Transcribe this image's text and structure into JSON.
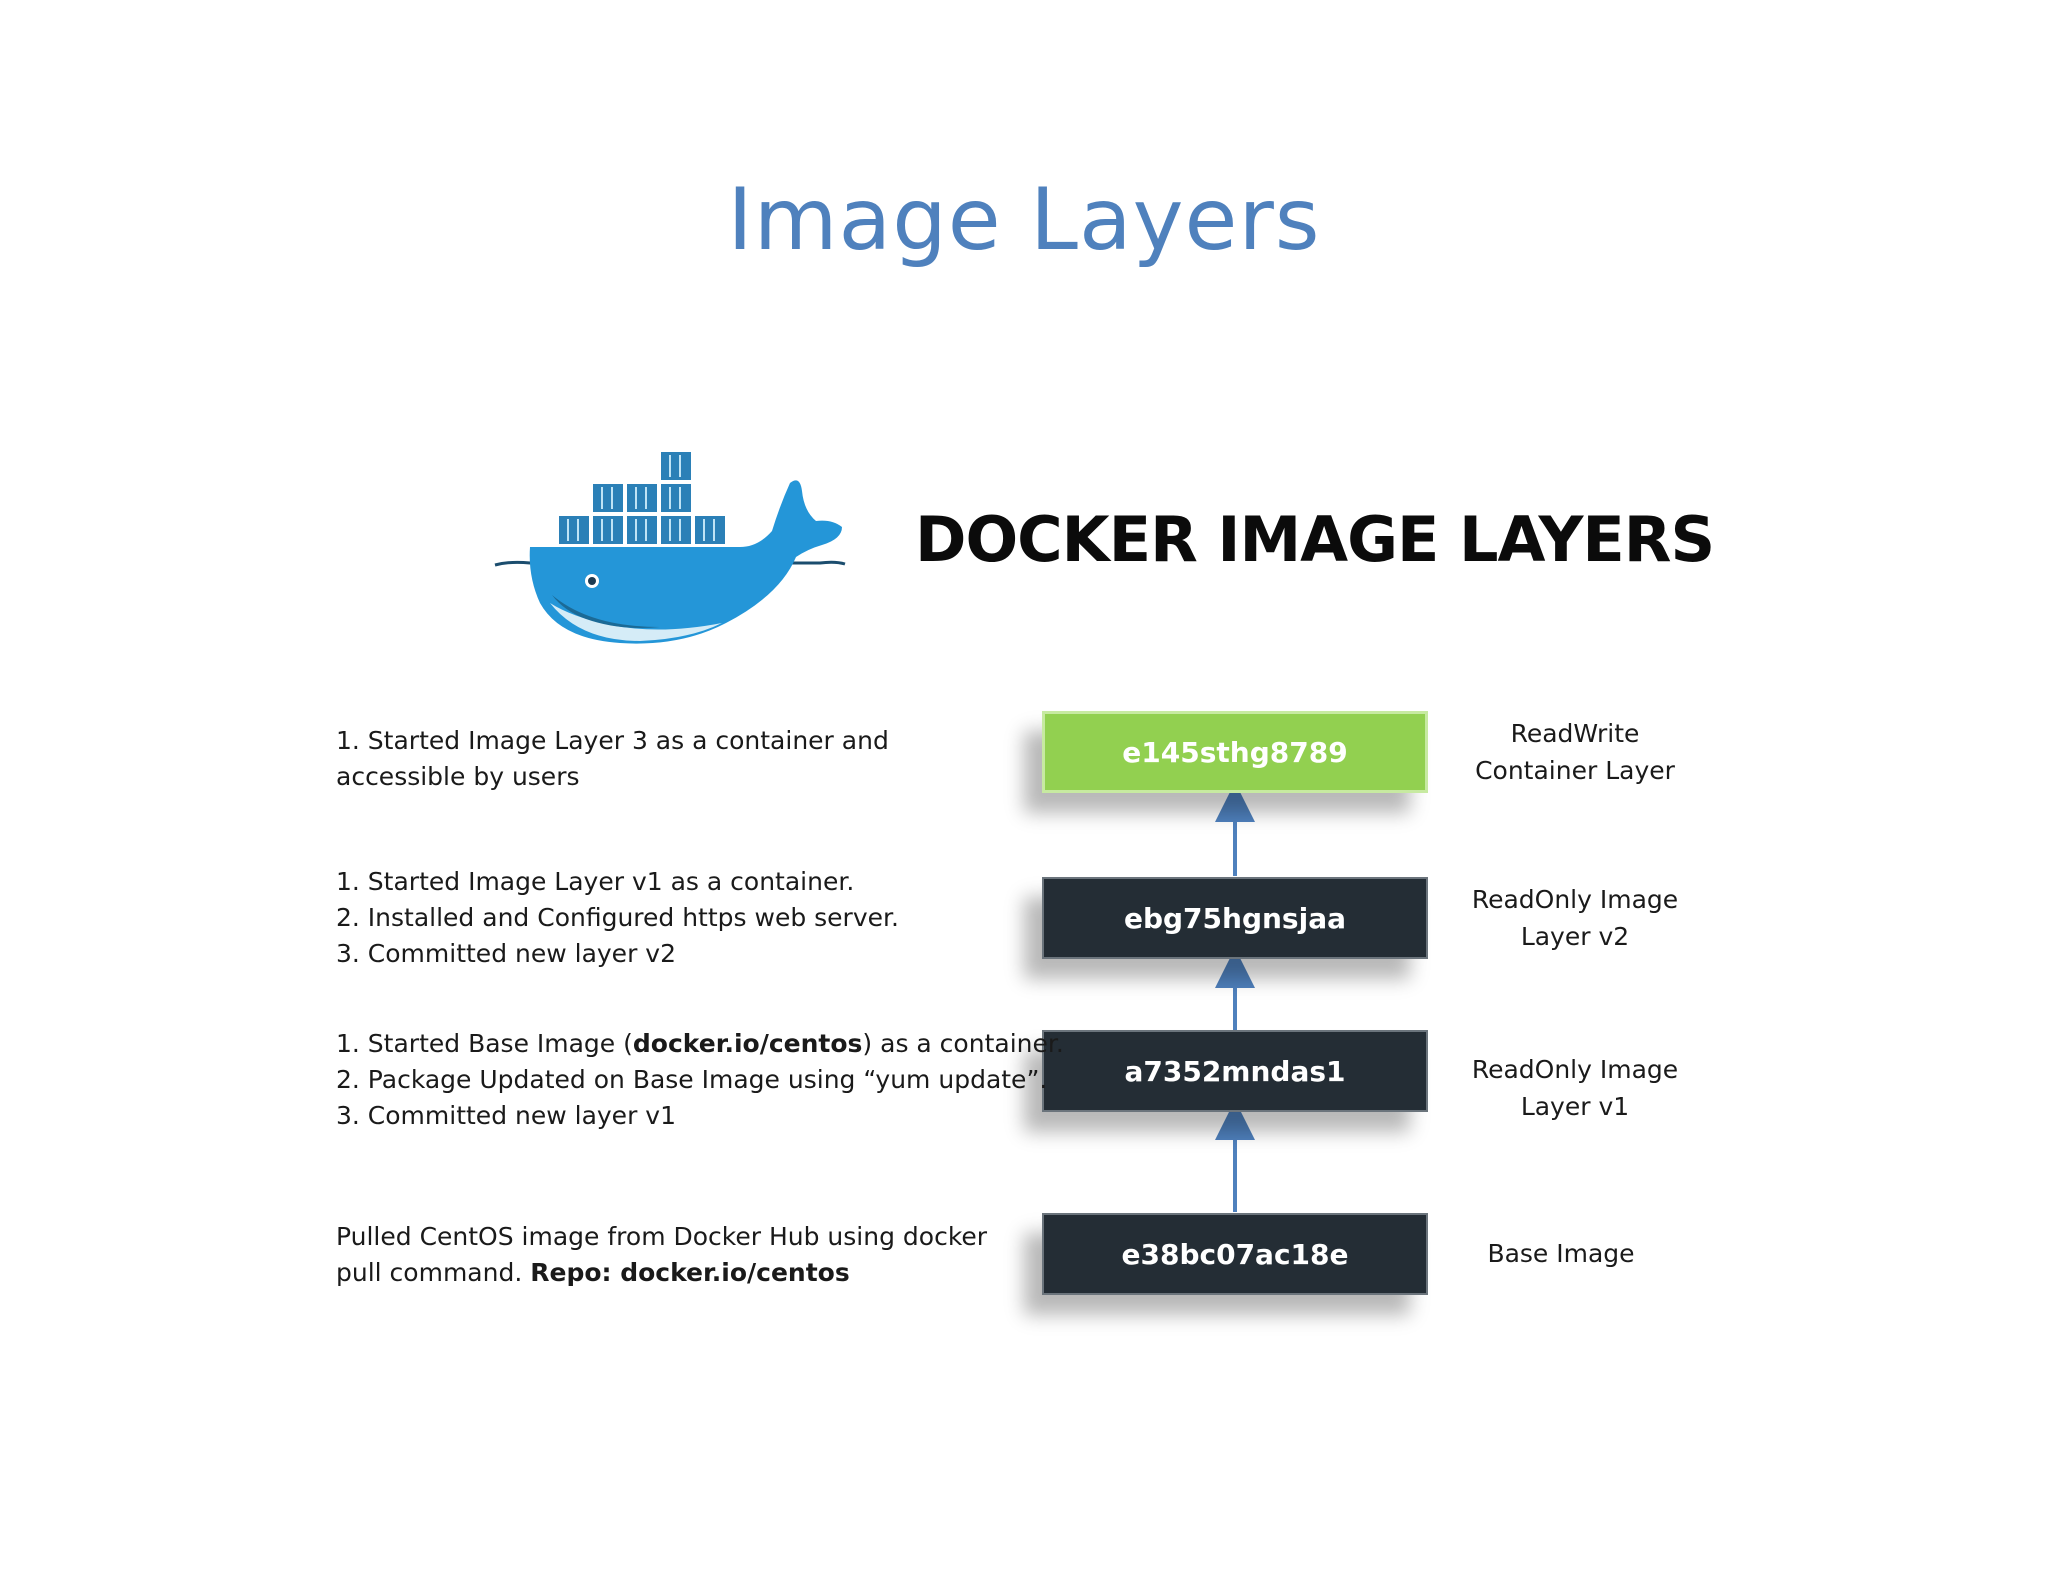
{
  "title": "Image Layers",
  "heading": "DOCKER IMAGE LAYERS",
  "logo": {
    "icon": "docker-whale-logo-icon",
    "whale_color": "#2496d8",
    "container_color": "#2b80b7"
  },
  "colors": {
    "title": "#4f81bd",
    "layer_dark": "#242d35",
    "layer_green": "#92d050",
    "arrow": "#4f81bd"
  },
  "layers": [
    {
      "id": "e145sthg8789",
      "style": "green",
      "label_lines": [
        "ReadWrite",
        "Container Layer"
      ],
      "desc_lines": [
        "1. Started Image Layer 3 as a container and",
        "accessible by users"
      ]
    },
    {
      "id": "ebg75hgnsjaa",
      "style": "dark",
      "label_lines": [
        "ReadOnly Image",
        "Layer v2"
      ],
      "desc_lines": [
        "1. Started Image Layer v1 as a container.",
        "2. Installed and Configured https web server.",
        "3. Committed new layer v2"
      ]
    },
    {
      "id": "a7352mndas1",
      "style": "dark",
      "label_lines": [
        "ReadOnly Image",
        "Layer v1"
      ],
      "desc_lines": {
        "line1_pre": "1. Started Base Image (",
        "line1_bold": "docker.io/centos",
        "line1_post": ")  as a container.",
        "line2": "2. Package Updated on Base Image using “yum update”.",
        "line3": "3. Committed new layer v1"
      }
    },
    {
      "id": "e38bc07ac18e",
      "style": "dark",
      "label_lines": [
        "Base Image"
      ],
      "desc_lines": {
        "line1": "Pulled CentOS image from Docker Hub using docker",
        "line2_pre": "pull command. ",
        "line2_bold": "Repo: docker.io/centos"
      }
    }
  ]
}
